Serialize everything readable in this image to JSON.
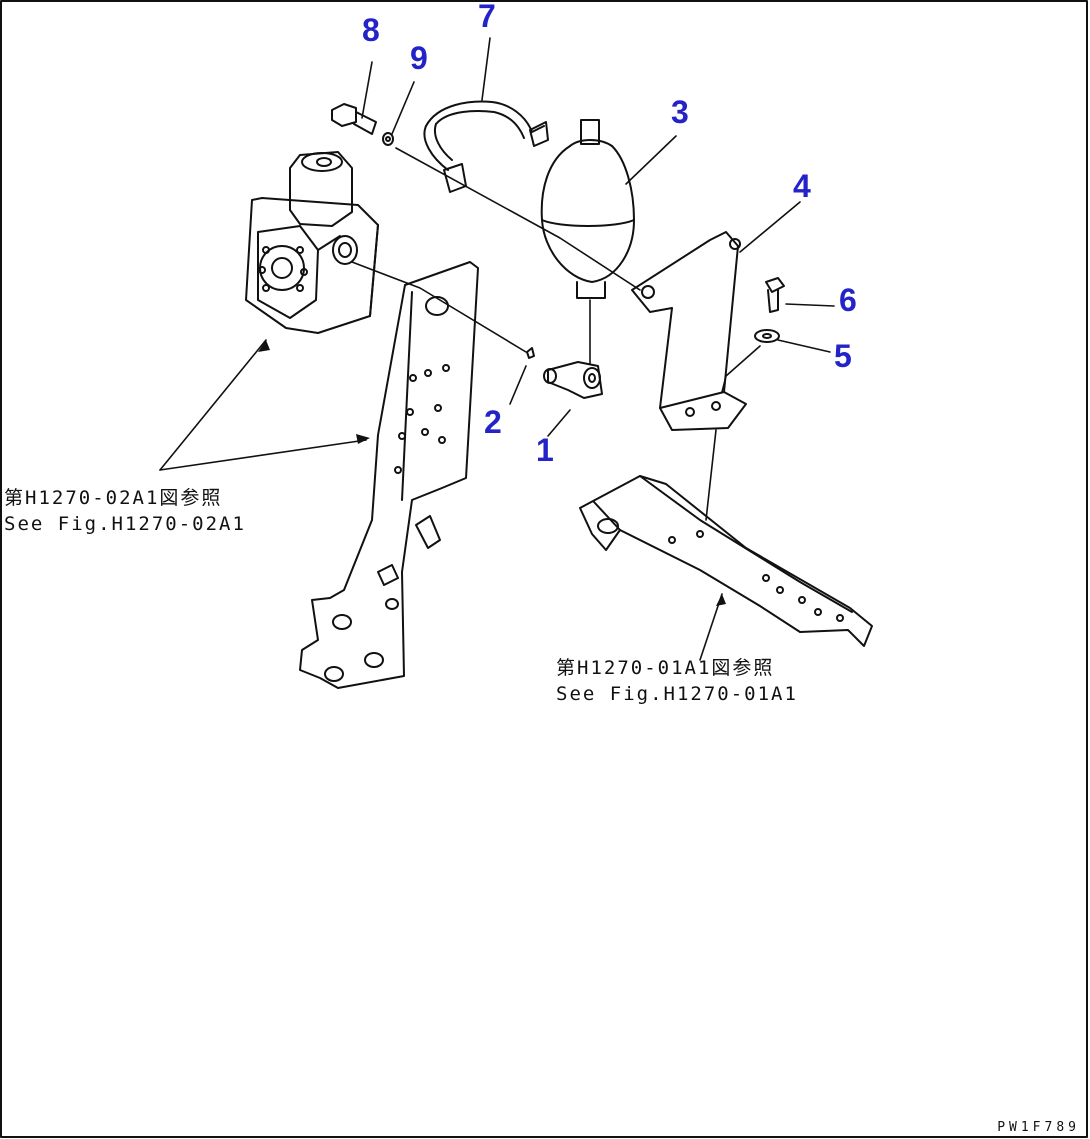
{
  "colors": {
    "callout": "#2323c8",
    "line": "#111111",
    "background": "#ffffff"
  },
  "callouts": [
    {
      "id": "1",
      "label": "1"
    },
    {
      "id": "2",
      "label": "2"
    },
    {
      "id": "3",
      "label": "3"
    },
    {
      "id": "4",
      "label": "4"
    },
    {
      "id": "5",
      "label": "5"
    },
    {
      "id": "6",
      "label": "6"
    },
    {
      "id": "7",
      "label": "7"
    },
    {
      "id": "8",
      "label": "8"
    },
    {
      "id": "9",
      "label": "9"
    }
  ],
  "references": {
    "left": {
      "jp": "第H1270-02A1図参照",
      "en": "See Fig.H1270-02A1"
    },
    "bottom": {
      "jp": "第H1270-01A1図参照",
      "en": "See Fig.H1270-01A1"
    }
  },
  "drawing_code": "PW1F789"
}
